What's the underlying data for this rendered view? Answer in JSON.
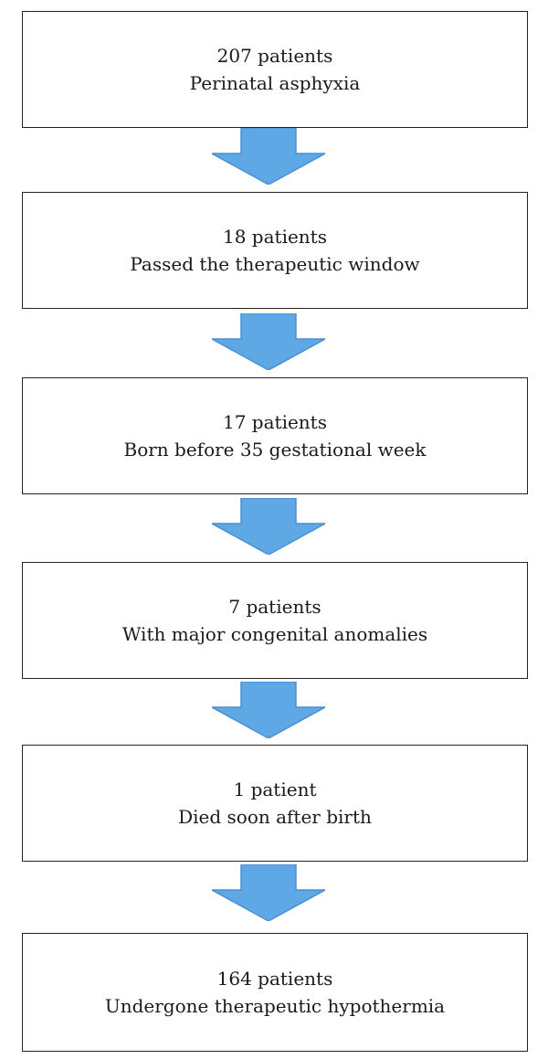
{
  "flowchart": {
    "steps": [
      {
        "count": "207 patients",
        "label": "Perinatal asphyxia"
      },
      {
        "count": "18 patients",
        "label": "Passed the therapeutic window"
      },
      {
        "count": "17 patients",
        "label": "Born before 35 gestational week"
      },
      {
        "count": "7 patients",
        "label": "With major congenital anomalies"
      },
      {
        "count": "1 patient",
        "label": "Died soon after birth"
      },
      {
        "count": "164 patients",
        "label": "Undergone therapeutic hypothermia"
      }
    ],
    "colors": {
      "arrow_fill": "#5ea8e6",
      "arrow_stroke": "#4a8fd0",
      "box_border": "#222222"
    }
  }
}
